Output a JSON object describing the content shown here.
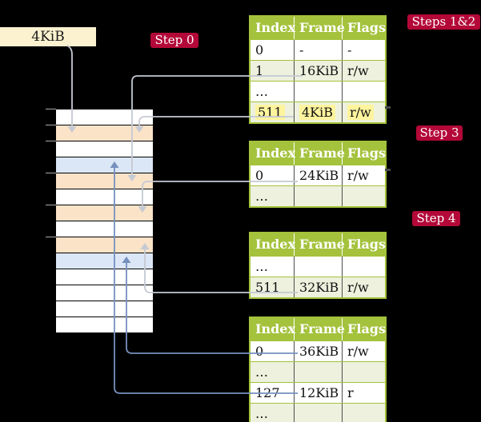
{
  "colors": {
    "background": "#000000",
    "accent_red": "#b30838",
    "table_header_green": "#a4c23c",
    "table_row_green": "#edf1dd",
    "highlight_yellow": "#fef49d",
    "frame_orange": "#fbe3c8",
    "frame_blue": "#dbe7f6",
    "label_cream": "#fcf2cf",
    "arrow_grey": "#c5c9d3",
    "arrow_blue": "#7590be"
  },
  "frame_label": {
    "text": "4KiB"
  },
  "step_labels": {
    "step0": "Step 0",
    "steps12": "Steps 1&2",
    "step3": "Step 3",
    "step4": "Step 4"
  },
  "memory": {
    "rows": [
      "white",
      "orange",
      "white",
      "blue",
      "orange",
      "white",
      "orange",
      "white",
      "orange",
      "blue",
      "white",
      "white",
      "white",
      "white"
    ],
    "tick_ys": [
      136,
      156,
      176,
      216,
      256,
      296
    ]
  },
  "tables": [
    {
      "name": "page-table-steps-1-2",
      "headers": [
        "Index",
        "Frame",
        "Flags"
      ],
      "rows": [
        {
          "index": "0",
          "frame": "-",
          "flags": "-",
          "shaded": false,
          "highlight": false
        },
        {
          "index": "1",
          "frame": "16KiB",
          "flags": "r/w",
          "shaded": true,
          "highlight": false
        },
        {
          "index": "…",
          "frame": "",
          "flags": "",
          "shaded": false,
          "highlight": false
        },
        {
          "index": "511",
          "frame": "4KiB",
          "flags": "r/w",
          "shaded": true,
          "highlight": true
        }
      ]
    },
    {
      "name": "page-table-step-3",
      "headers": [
        "Index",
        "Frame",
        "Flags"
      ],
      "rows": [
        {
          "index": "0",
          "frame": "24KiB",
          "flags": "r/w",
          "shaded": false,
          "highlight": false
        },
        {
          "index": "…",
          "frame": "",
          "flags": "",
          "shaded": true,
          "highlight": false
        }
      ]
    },
    {
      "name": "page-table-step-4",
      "headers": [
        "Index",
        "Frame",
        "Flags"
      ],
      "rows": [
        {
          "index": "…",
          "frame": "",
          "flags": "",
          "shaded": false,
          "highlight": false
        },
        {
          "index": "511",
          "frame": "32KiB",
          "flags": "r/w",
          "shaded": true,
          "highlight": false
        }
      ]
    },
    {
      "name": "page-table-final",
      "headers": [
        "Index",
        "Frame",
        "Flags"
      ],
      "rows": [
        {
          "index": "0",
          "frame": "36KiB",
          "flags": "r/w",
          "shaded": false,
          "highlight": false
        },
        {
          "index": "…",
          "frame": "",
          "flags": "",
          "shaded": true,
          "highlight": false
        },
        {
          "index": "127",
          "frame": "12KiB",
          "flags": "r",
          "shaded": false,
          "highlight": false
        },
        {
          "index": "…",
          "frame": "",
          "flags": "",
          "shaded": true,
          "highlight": false
        }
      ]
    }
  ]
}
